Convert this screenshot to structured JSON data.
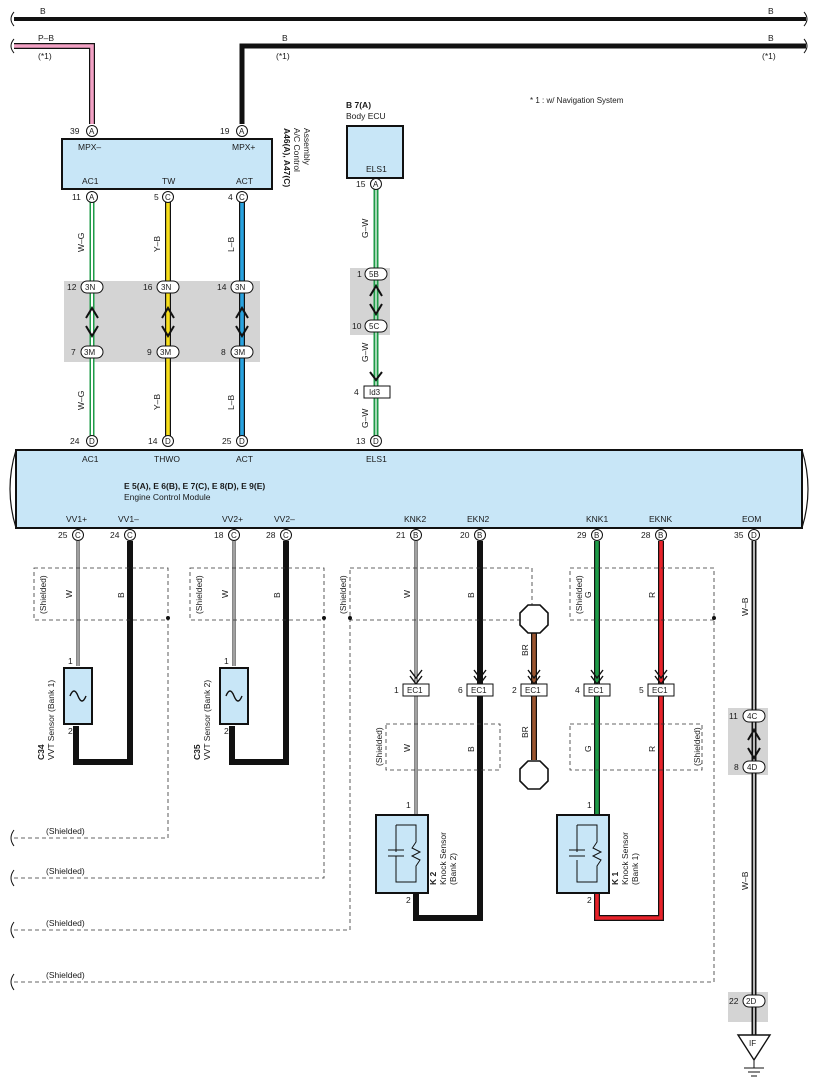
{
  "colors": {
    "module_fill": "#c8e6f7",
    "wire_black": "#111111",
    "wire_pink": "#f2a1c4",
    "wire_green": "#1e9b47",
    "wire_yellow": "#f7de1a",
    "wire_blue": "#29a3e0",
    "wire_brown": "#9a5530",
    "wire_red": "#e8222a",
    "junction_fill": "#d4d4d4"
  },
  "bus": {
    "top_label_left": "B",
    "top_label_right": "B",
    "pb_label": "P–B",
    "pb_note": "(*1)",
    "b2_label_left": "B",
    "b2_label_right": "B",
    "b2_note_left": "(*1)",
    "b2_note_right": "(*1)"
  },
  "note": "* 1 : w/ Navigation System",
  "ac_assembly": {
    "code": "A46(A), A47(C)",
    "name1": "A/C Control",
    "name2": "Assembly",
    "pin_mpxm": {
      "num": "39",
      "conn": "A",
      "label": "MPX–"
    },
    "pin_mpxp": {
      "num": "19",
      "conn": "A",
      "label": "MPX+"
    },
    "pin_ac1": {
      "num": "11",
      "conn": "A",
      "label": "AC1"
    },
    "pin_tw": {
      "num": "5",
      "conn": "C",
      "label": "TW"
    },
    "pin_act": {
      "num": "4",
      "conn": "C",
      "label": "ACT"
    }
  },
  "body_ecu": {
    "code": "B 7(A)",
    "name": "Body ECU",
    "pin_label": "ELS1",
    "pin_num": "15",
    "pin_conn": "A"
  },
  "junctions": {
    "ac1_top": {
      "num": "12",
      "conn": "3N"
    },
    "tw_top": {
      "num": "16",
      "conn": "3N"
    },
    "act_top": {
      "num": "14",
      "conn": "3N"
    },
    "ac1_bot": {
      "num": "7",
      "conn": "3M"
    },
    "tw_bot": {
      "num": "9",
      "conn": "3M"
    },
    "act_bot": {
      "num": "8",
      "conn": "3M"
    },
    "els_top": {
      "num": "1",
      "conn": "5B"
    },
    "els_bot": {
      "num": "10",
      "conn": "5C"
    },
    "id3": {
      "num": "4",
      "conn": "Id3"
    },
    "eom_top": {
      "num": "11",
      "conn": "4C"
    },
    "eom_bot": {
      "num": "8",
      "conn": "4D"
    },
    "eom_gnd": {
      "num": "22",
      "conn": "2D"
    },
    "ground": "IF"
  },
  "wire_labels": {
    "wg": "W–G",
    "yb": "Y–B",
    "lb": "L–B",
    "gw": "G–W",
    "w": "W",
    "b": "B",
    "br": "BR",
    "g": "G",
    "r": "R",
    "wb": "W–B",
    "shielded": "(Shielded)"
  },
  "ecm": {
    "code": "E 5(A), E 6(B), E 7(C), E 8(D), E 9(E)",
    "name": "Engine Control Module",
    "top_pins": [
      {
        "num": "24",
        "conn": "D",
        "label": "AC1"
      },
      {
        "num": "14",
        "conn": "D",
        "label": "THWO"
      },
      {
        "num": "25",
        "conn": "D",
        "label": "ACT"
      },
      {
        "num": "13",
        "conn": "D",
        "label": "ELS1"
      }
    ],
    "bottom_pins": [
      {
        "num": "25",
        "conn": "C",
        "label": "VV1+"
      },
      {
        "num": "24",
        "conn": "C",
        "label": "VV1–"
      },
      {
        "num": "18",
        "conn": "C",
        "label": "VV2+"
      },
      {
        "num": "28",
        "conn": "C",
        "label": "VV2–"
      },
      {
        "num": "21",
        "conn": "B",
        "label": "KNK2"
      },
      {
        "num": "20",
        "conn": "B",
        "label": "EKN2"
      },
      {
        "num": "29",
        "conn": "B",
        "label": "KNK1"
      },
      {
        "num": "28",
        "conn": "B",
        "label": "EKNK"
      },
      {
        "num": "35",
        "conn": "D",
        "label": "EOM"
      }
    ]
  },
  "vvt1": {
    "code": "C34",
    "name": "VVT Sensor (Bank 1)",
    "pin1": "1",
    "pin2": "2"
  },
  "vvt2": {
    "code": "C35",
    "name": "VVT Sensor (Bank 2)",
    "pin1": "1",
    "pin2": "2"
  },
  "ec1": {
    "knk2": {
      "num": "1",
      "conn": "EC1"
    },
    "ekn2": {
      "num": "6",
      "conn": "EC1"
    },
    "br": {
      "num": "2",
      "conn": "EC1"
    },
    "knk1": {
      "num": "4",
      "conn": "EC1"
    },
    "eknk": {
      "num": "5",
      "conn": "EC1"
    }
  },
  "knock2": {
    "code": "K 2",
    "name1": "Knock Sensor",
    "name2": "(Bank 2)",
    "pin1": "1",
    "pin2": "2"
  },
  "knock1": {
    "code": "K 1",
    "name1": "Knock Sensor",
    "name2": "(Bank 1)",
    "pin1": "1",
    "pin2": "2"
  }
}
